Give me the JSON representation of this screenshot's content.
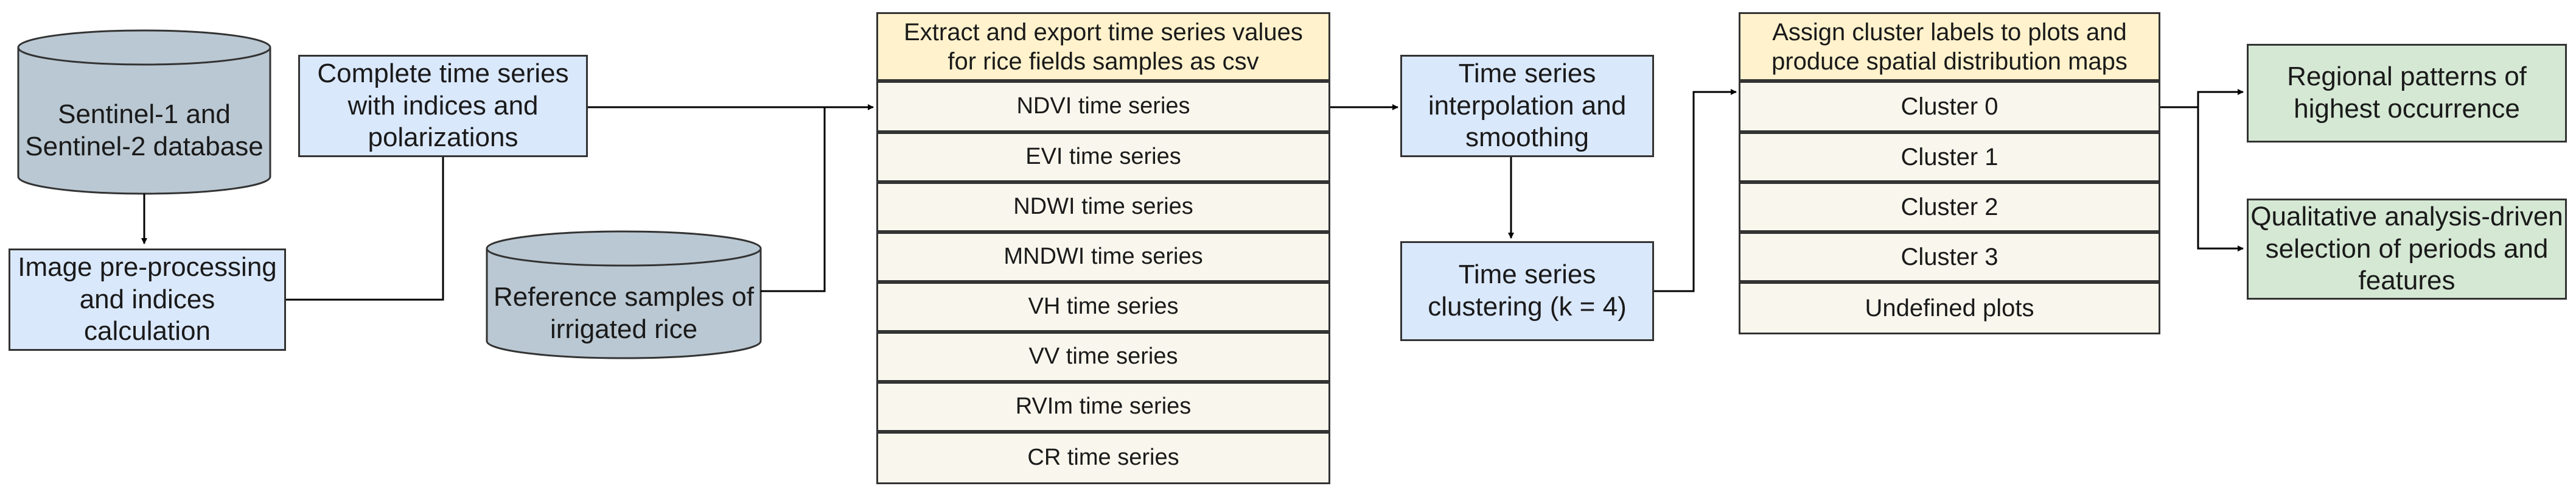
{
  "nodes": {
    "database": "Sentinel-1 and\nSentinel-2 database",
    "preprocessing": "Image pre-processing\nand indices\ncalculation",
    "complete_series": "Complete time series\nwith indices and\npolarizations",
    "reference_samples": "Reference samples of\nirrigated rice",
    "extract_header": "Extract and export time series values\nfor rice fields samples as csv",
    "series": [
      "NDVI time series",
      "EVI time series",
      "NDWI time series",
      "MNDWI time series",
      "VH time series",
      "VV time series",
      "RVIm time series",
      "CR time series"
    ],
    "interpolation": "Time series\ninterpolation and\nsmoothing",
    "clustering": "Time series\nclustering (k = 4)",
    "assign_header": "Assign cluster labels to plots and\nproduce spatial distribution maps",
    "clusters": [
      "Cluster 0",
      "Cluster 1",
      "Cluster 2",
      "Cluster 3",
      "Undefined plots"
    ],
    "regional": "Regional patterns of\nhighest occurrence",
    "qualitative": "Qualitative analysis-driven\nselection of periods and\nfeatures"
  },
  "colors": {
    "blue_fill": "#dae8fc",
    "green_fill": "#d5e8d4",
    "yellow_fill": "#fff2cc",
    "row_fill": "#f9f7ed",
    "database_fill": "#bac8d3",
    "stroke": "#333333"
  }
}
